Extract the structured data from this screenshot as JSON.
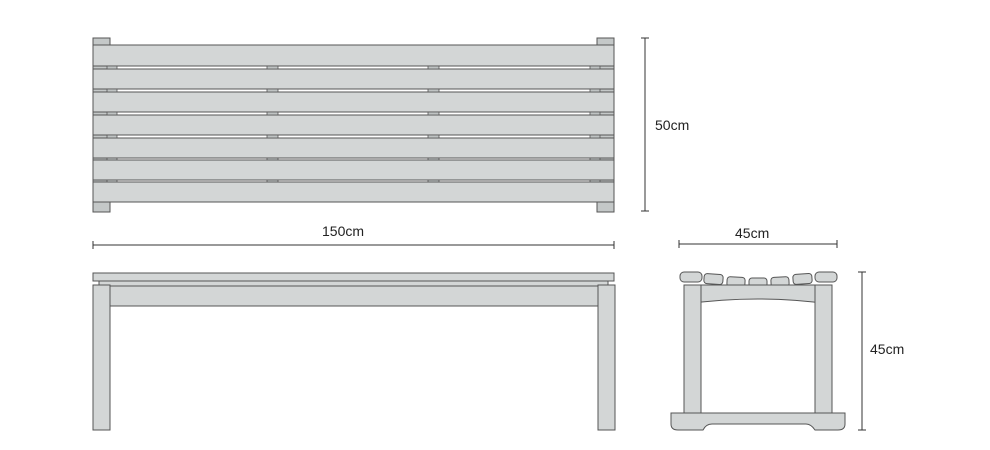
{
  "dimensions": {
    "top_depth": "50cm",
    "front_length": "150cm",
    "side_width": "45cm",
    "side_height": "45cm"
  },
  "colors": {
    "wood_fill": "#d3d6d6",
    "outline": "#555555",
    "dimension_line": "#333333"
  }
}
